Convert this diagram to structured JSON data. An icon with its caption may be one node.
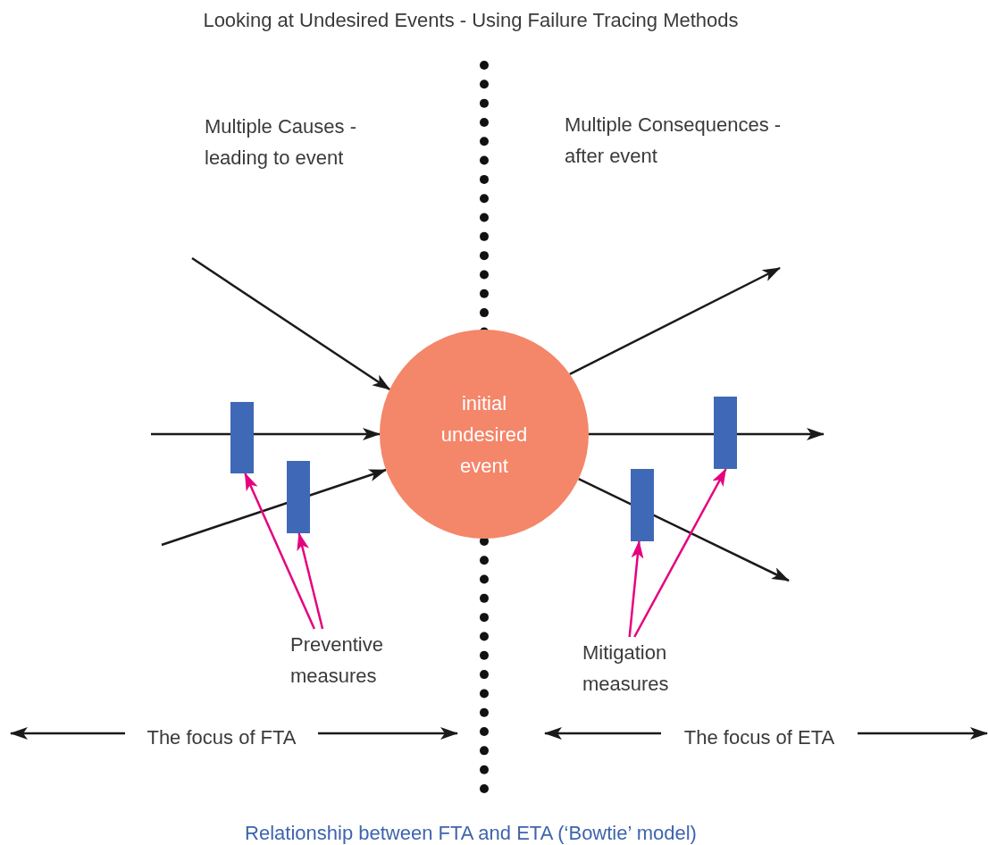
{
  "diagram": {
    "title": "Looking at Undesired Events - Using Failure Tracing Methods",
    "caption": "Relationship between FTA and ETA (‘Bowtie’ model)",
    "nodes": [
      {
        "text": [
          "initial undesired event"
        ]
      },
      {
        "text": [],
        "shape": "bar"
      },
      {
        "text": [],
        "shape": "bar"
      },
      {
        "text": [],
        "shape": "bar"
      },
      {
        "text": [],
        "shape": "bar"
      },
      {
        "text": [
          "Preventive measures"
        ]
      },
      {
        "text": [
          "Mitigation measures"
        ]
      }
    ],
    "edges": [
      {
        "from": null,
        "to": 0,
        "arrow": "to"
      },
      {
        "from": null,
        "to": 0,
        "arrow": "to"
      },
      {
        "from": null,
        "to": 0,
        "arrow": "to"
      },
      {
        "from": 0,
        "to": null,
        "arrow": "to"
      },
      {
        "from": 0,
        "to": null,
        "arrow": "to"
      },
      {
        "from": 0,
        "to": null,
        "arrow": "to"
      },
      {
        "from": 5,
        "to": 1,
        "arrow": "to",
        "color": "#e6007e"
      },
      {
        "from": 5,
        "to": 2,
        "arrow": "to",
        "color": "#e6007e"
      },
      {
        "from": 6,
        "to": 3,
        "arrow": "to",
        "color": "#e6007e"
      },
      {
        "from": 6,
        "to": 4,
        "arrow": "to",
        "color": "#e6007e"
      }
    ],
    "labels": [
      "Multiple Causes - leading to event",
      "Multiple Consequences - after event",
      "The focus of FTA",
      "The focus of ETA"
    ]
  }
}
